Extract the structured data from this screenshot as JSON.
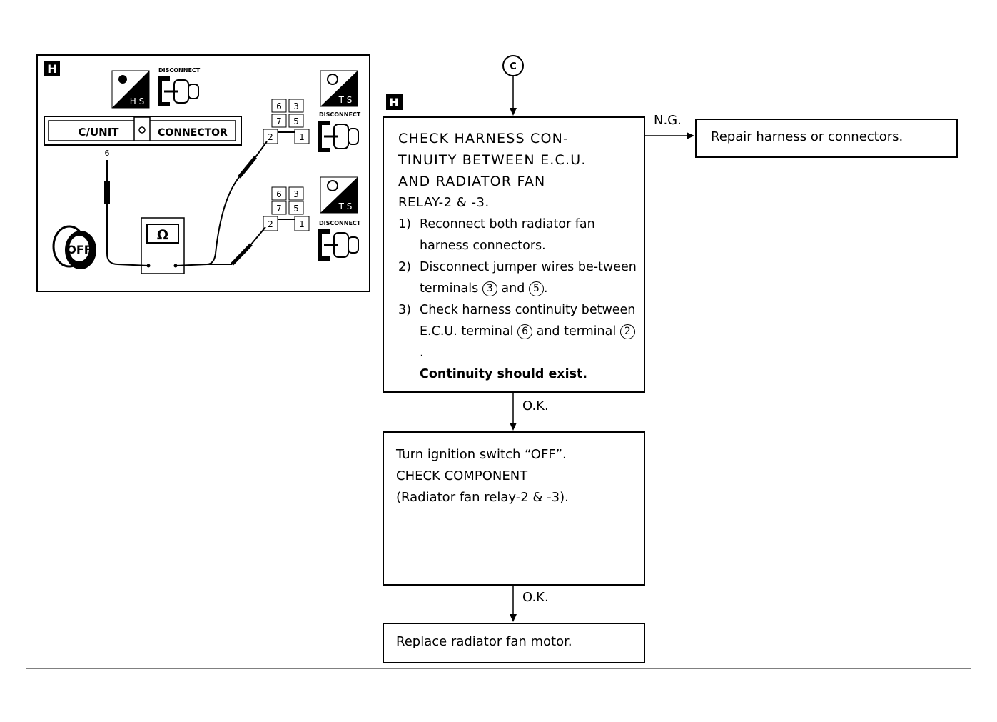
{
  "connector_c": "C",
  "section_marker": "H",
  "diagram": {
    "marker": "H",
    "hs_label": "H S",
    "ts_label_1": "T S",
    "ts_label_2": "T S",
    "disconnect_1": "DISCONNECT",
    "disconnect_2": "DISCONNECT",
    "disconnect_3": "DISCONNECT",
    "cunit": "C/UNIT",
    "connector": "CONNECTOR",
    "wire_number": "6",
    "relay_terminals": [
      "6",
      "3",
      "7",
      "5",
      "2",
      "1"
    ],
    "ohm": "Ω",
    "ignition": "OFF"
  },
  "check_box": {
    "heading": [
      "CHECK HARNESS CON-",
      "TINUITY BETWEEN E.C.U.",
      "AND RADIATOR FAN",
      "RELAY-2 & -3."
    ],
    "steps": [
      {
        "num": "1)",
        "text": "Reconnect both radiator fan harness connectors."
      },
      {
        "num": "2)",
        "text_a": "Disconnect jumper wires be-tween terminals",
        "t1": "3",
        "mid": "and",
        "t2": "5",
        "end": "."
      },
      {
        "num": "3)",
        "text_a": "Check harness continuity between E.C.U. terminal",
        "t1": "6",
        "mid": "and terminal",
        "t2": "2",
        "end": "."
      }
    ],
    "result": "Continuity should exist."
  },
  "ng_label": "N.G.",
  "ng_box": "Repair harness or connectors.",
  "ok_label_1": "O.K.",
  "ok_label_2": "O.K.",
  "component_box": [
    "Turn ignition switch “OFF”.",
    "CHECK COMPONENT",
    "(Radiator fan relay-2 & -3)."
  ],
  "final_box": "Replace radiator fan motor."
}
